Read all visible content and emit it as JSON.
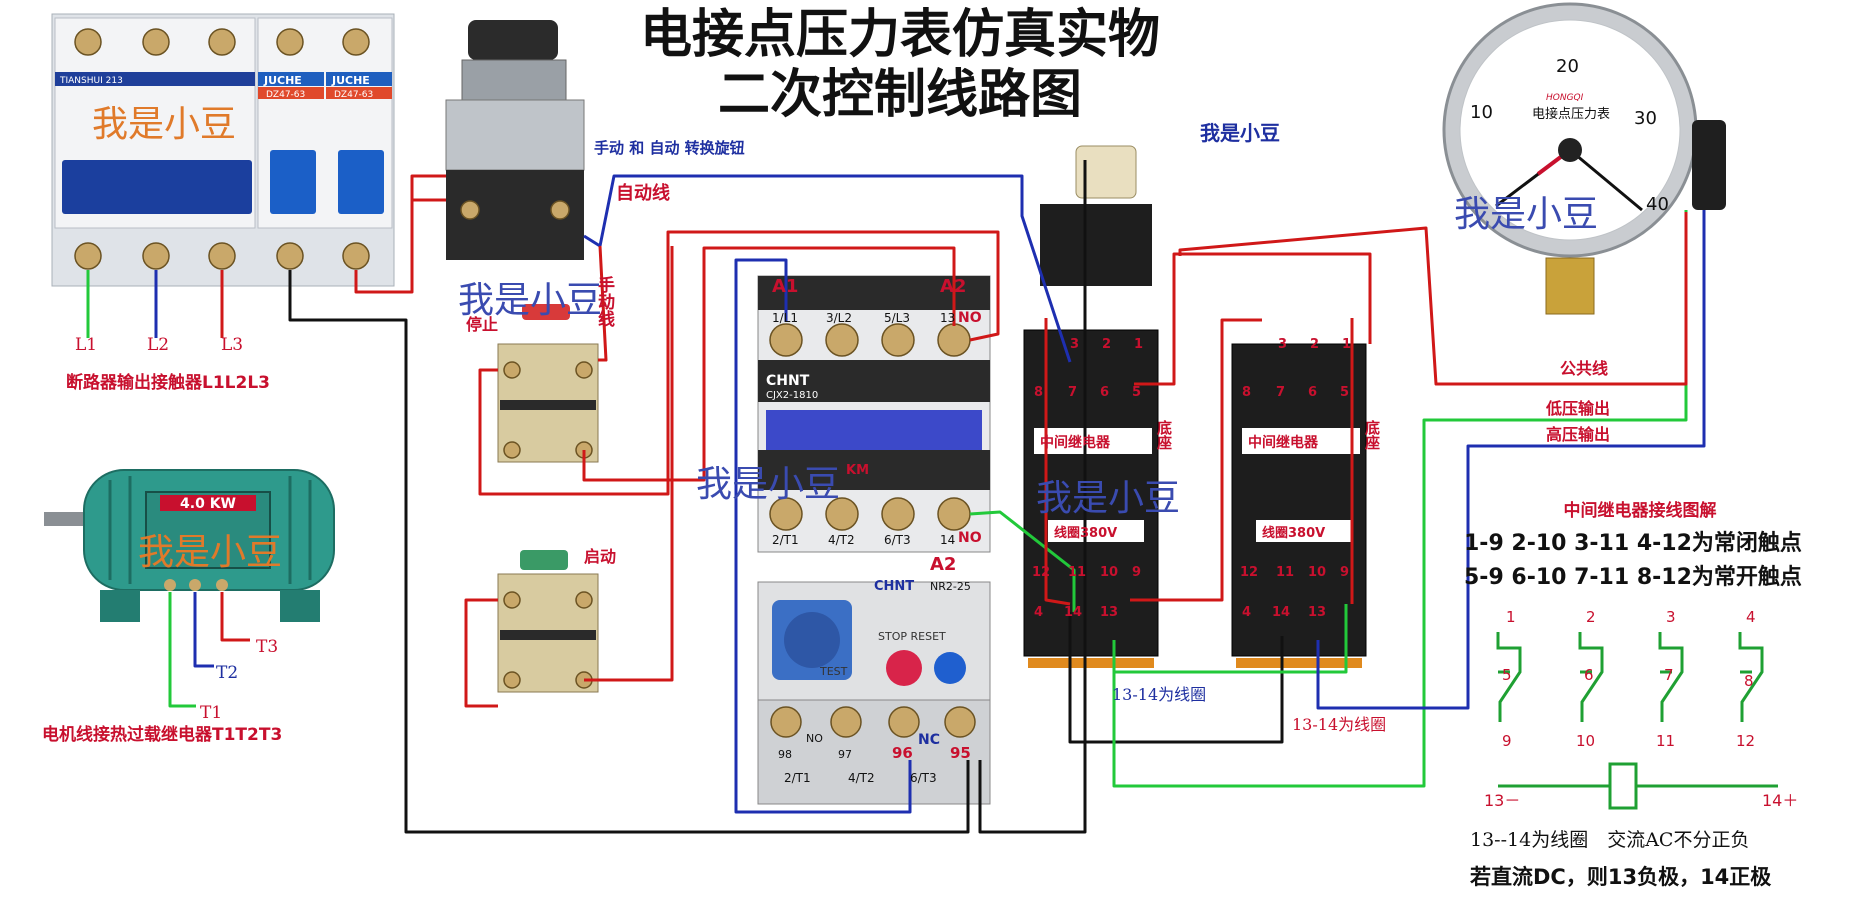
{
  "title": {
    "line1": "电接点压力表仿真实物",
    "line2": "二次控制线路图"
  },
  "watermark": "我是小豆",
  "breaker": {
    "brand1": "TIANSHUI 213",
    "brand2": "JUCHE",
    "model": "DZ47-63",
    "lines": [
      "L1",
      "L2",
      "L3"
    ],
    "caption": "断路器输出接触器L1L2L3"
  },
  "motor": {
    "power": "4.0 KW",
    "terminals": [
      "T1",
      "T2",
      "T3"
    ],
    "caption": "电机线接热过载继电器T1T2T3"
  },
  "selector": {
    "caption": "手动 和 自动 转换旋钮",
    "auto_wire": "自动线",
    "manual_wire": "手动线"
  },
  "buttons": {
    "stop": "停止",
    "start": "启动"
  },
  "contactor": {
    "brand": "CHNT",
    "model": "CJX2-1810",
    "a1": "A1",
    "a2": "A2",
    "a2_bottom": "A2",
    "no_top": "NO",
    "no_bottom": "NO",
    "top_terminals": [
      "1/L1",
      "3/L2",
      "5/L3",
      "13"
    ],
    "bottom_terminals": [
      "2/T1",
      "4/T2",
      "6/T3",
      "14"
    ],
    "km": "KM"
  },
  "overload": {
    "brand": "CHNT",
    "model": "NR2-25",
    "stop_reset": "STOP RESET",
    "test": "TEST",
    "no": "NO",
    "t97": "97",
    "t98": "98",
    "t96": "96",
    "t95": "95",
    "nc": "NC",
    "bottom_terminals": [
      "2/T1",
      "4/T2",
      "6/T3"
    ]
  },
  "relay": {
    "name": "中间继电器",
    "base": "底座",
    "coil": "线圈380V",
    "top_numbers": [
      "3",
      "2",
      "1"
    ],
    "mid_numbers": [
      "8",
      "7",
      "6",
      "5"
    ],
    "low_numbers": [
      "12",
      "11",
      "10",
      "9"
    ],
    "bottom_numbers": [
      "4",
      "14",
      "13"
    ],
    "coil_note": "13-14为线圈"
  },
  "gauge": {
    "ticks": [
      "10",
      "20",
      "30",
      "40"
    ],
    "brand": "HONGQI",
    "name": "电接点压力表",
    "common": "公共线",
    "low": "低压输出",
    "high": "高压输出"
  },
  "legend": {
    "title": "中间继电器接线图解",
    "nc_text": "1-9 2-10 3-11 4-12为常闭触点",
    "no_text": "5-9 6-10 7-11 8-12为常开触点",
    "top_nums": [
      "1",
      "2",
      "3",
      "4"
    ],
    "mid_nums": [
      "5",
      "6",
      "7",
      "8"
    ],
    "bot_nums": [
      "9",
      "10",
      "11",
      "12"
    ],
    "coil_left": "13－",
    "coil_right": "14＋",
    "note1": "13--14为线圈　交流AC不分正负",
    "note2": "若直流DC，则13负极，14正极"
  },
  "colors": {
    "red_text": "#c8102e",
    "blue_text": "#1e2fa0",
    "wire_red": "#d01818",
    "wire_blue": "#1e2fb0",
    "wire_green": "#22c93a",
    "wire_black": "#111111"
  }
}
